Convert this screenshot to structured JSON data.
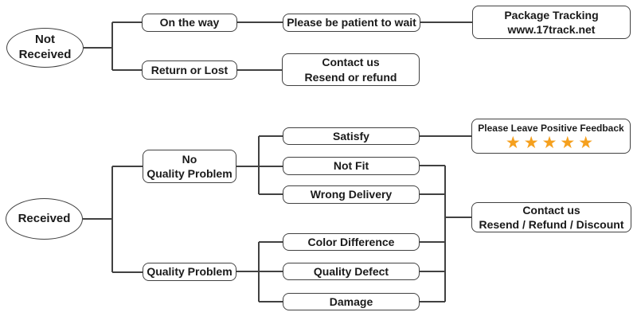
{
  "diagram": {
    "line_color": "#414141",
    "node_border_color": "#414141",
    "star_color": "#f5a01e",
    "nodes": {
      "not_received": {
        "label": "Not\nReceived"
      },
      "on_the_way": {
        "label": "On the way"
      },
      "be_patient": {
        "label": "Please be patient to wait"
      },
      "package_tracking": {
        "label": "Package Tracking\nwww.17track.net"
      },
      "return_or_lost": {
        "label": "Return or Lost"
      },
      "contact_resend_refund": {
        "label": "Contact us\nResend or refund"
      },
      "received": {
        "label": "Received"
      },
      "no_quality_problem": {
        "label": "No\nQuality Problem"
      },
      "quality_problem": {
        "label": "Quality Problem"
      },
      "satisfy": {
        "label": "Satisfy"
      },
      "not_fit": {
        "label": "Not Fit"
      },
      "wrong_delivery": {
        "label": "Wrong Delivery"
      },
      "color_difference": {
        "label": "Color Difference"
      },
      "quality_defect": {
        "label": "Quality Defect"
      },
      "damage": {
        "label": "Damage"
      },
      "positive_feedback": {
        "label": "Please Leave Positive Feedback",
        "stars": 5,
        "star_icon": "star"
      },
      "contact_resend_refund_discount": {
        "label": "Contact us\nResend / Refund / Discount"
      }
    }
  }
}
